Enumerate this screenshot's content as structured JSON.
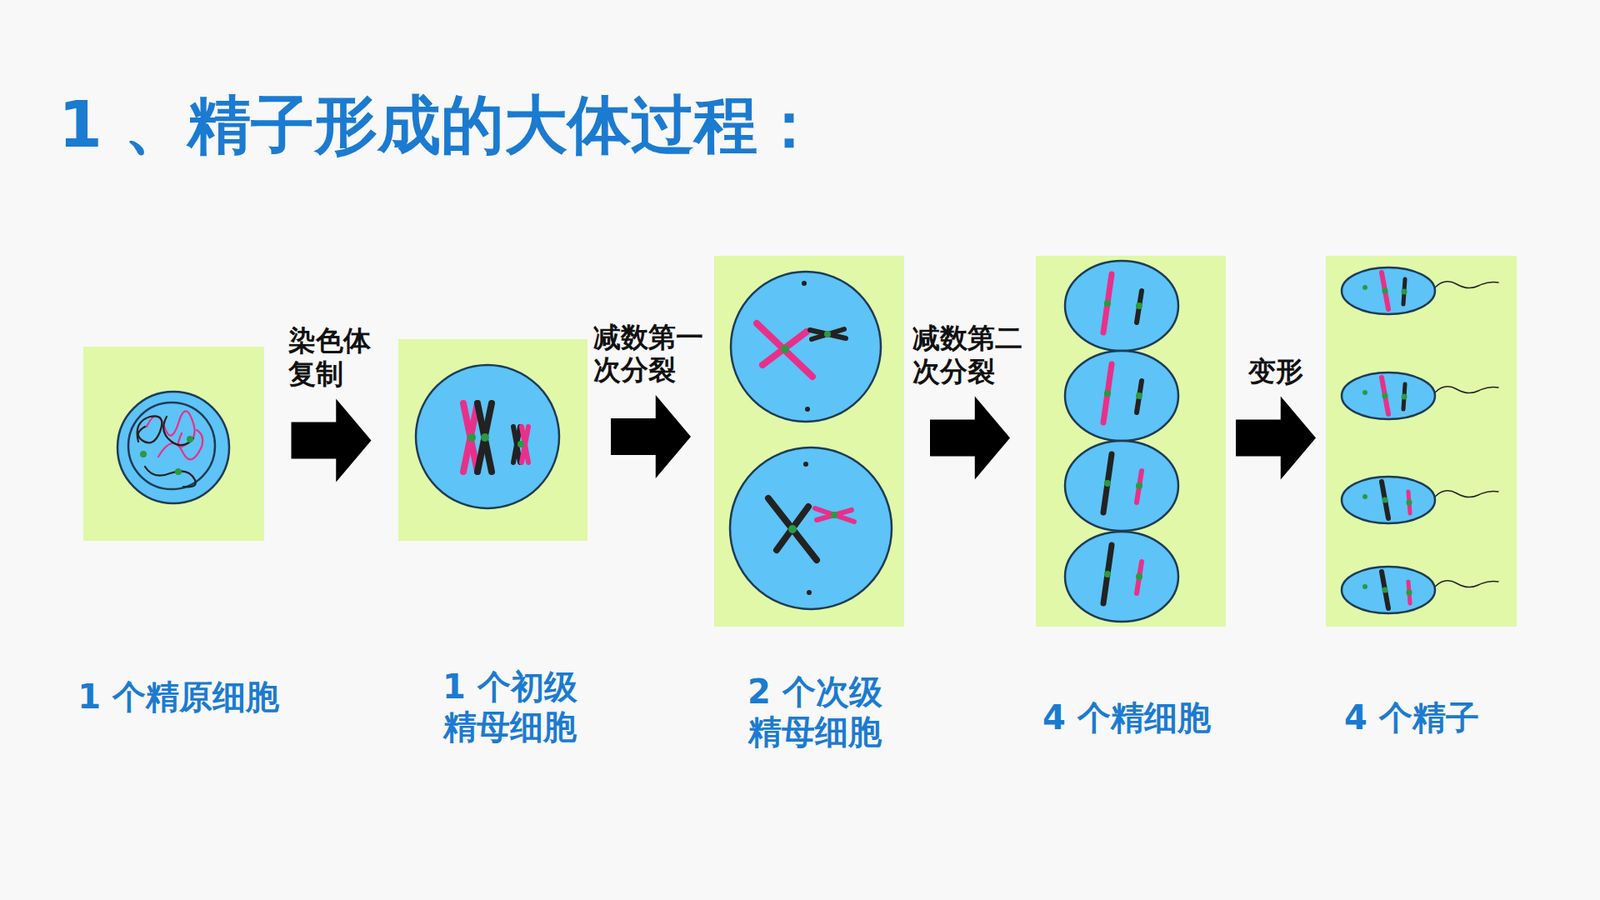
{
  "diagram": {
    "title": "1 、精子形成的大体过程：",
    "nodes": [
      {
        "text": [
          "1 个精原细胞"
        ]
      },
      {
        "text": [
          "1 个初级精母细胞"
        ]
      },
      {
        "text": [
          "2 个次级精母细胞"
        ]
      },
      {
        "text": [
          "4 个精细胞"
        ]
      },
      {
        "text": [
          "4 个精子"
        ]
      }
    ],
    "edges": [
      {
        "from": 0,
        "to": 1,
        "arrow": "to",
        "label": "染色体复制"
      },
      {
        "from": 1,
        "to": 2,
        "arrow": "to",
        "label": "减数第一次分裂"
      },
      {
        "from": 2,
        "to": 3,
        "arrow": "to",
        "label": "减数第二次分裂"
      },
      {
        "from": 3,
        "to": 4,
        "arrow": "to",
        "label": "变形"
      }
    ]
  }
}
